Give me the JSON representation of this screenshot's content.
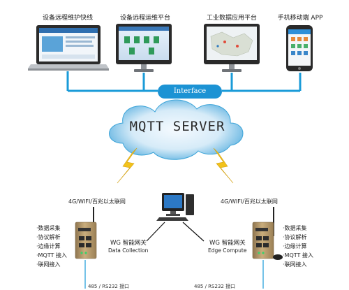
{
  "clients": [
    {
      "label": "设备远程维护快线"
    },
    {
      "label": "设备远程运维平台"
    },
    {
      "label": "工业数据应用平台"
    },
    {
      "label": "手机移动端 APP"
    }
  ],
  "interface_label": "Interface",
  "server_label": "MQTT SERVER",
  "left_gateway": {
    "network": "4G/WIFI/百兆以太联网",
    "features": [
      "·数据采集",
      "·协议解析",
      "·边缘计算",
      "·MQTT 接入",
      "·联网接入"
    ],
    "title": "WG 智能网关",
    "subtitle": "Data Collection",
    "port": "485 / RS232 接口"
  },
  "right_gateway": {
    "network": "4G/WIFI/百兆以太联网",
    "features": [
      "·数据采集",
      "·协议解析",
      "·边缘计算",
      "·MQTT 接入",
      "·联网接入"
    ],
    "title": "WG 智能网关",
    "subtitle": "Edge Compute",
    "port": "485 / RS232 接口"
  },
  "colors": {
    "connector": "#1a9bd8",
    "interface_fill": "#1c93d4",
    "cloud_edge": "#3aa3d8",
    "cloud_center": "#f2f8fd",
    "lightning": "#f2c21b",
    "gateway_body": "#b79a6b"
  }
}
